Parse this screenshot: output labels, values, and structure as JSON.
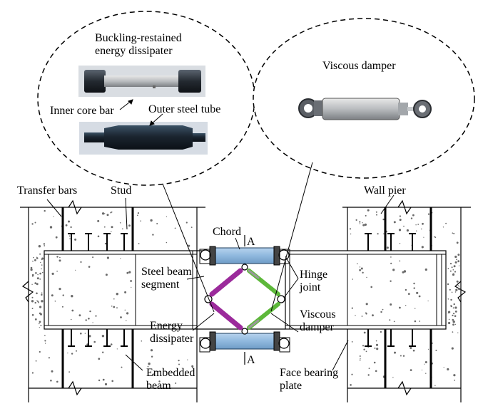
{
  "bubble_left": {
    "title_line1": "Buckling-restained",
    "title_line2": "energy dissipater",
    "inner_core_label": "Inner core bar",
    "outer_tube_label": "Outer steel tube"
  },
  "bubble_right": {
    "title": "Viscous damper"
  },
  "labels": {
    "transfer_bars": "Transfer bars",
    "stud": "Stud",
    "wall_pier": "Wall pier",
    "chord": "Chord",
    "section_a_top": "A",
    "section_a_bottom": "A",
    "steel_beam_line1": "Steel beam",
    "steel_beam_line2": "segment",
    "hinge_line1": "Hinge",
    "hinge_line2": "joint",
    "energy_line1": "Energy",
    "energy_line2": "dissipater",
    "viscous_line1": "Viscous",
    "viscous_line2": "damper",
    "embedded_line1": "Embedded",
    "embedded_line2": "beam",
    "face_line1": "Face bearing",
    "face_line2": "plate"
  },
  "colors": {
    "chord_fill": "#8fb8de",
    "energy_dissipater": "#9b2a9b",
    "viscous_damper": "#5db83a",
    "concrete_fill": "#ffffff",
    "photo_background": "#d9dde2"
  }
}
